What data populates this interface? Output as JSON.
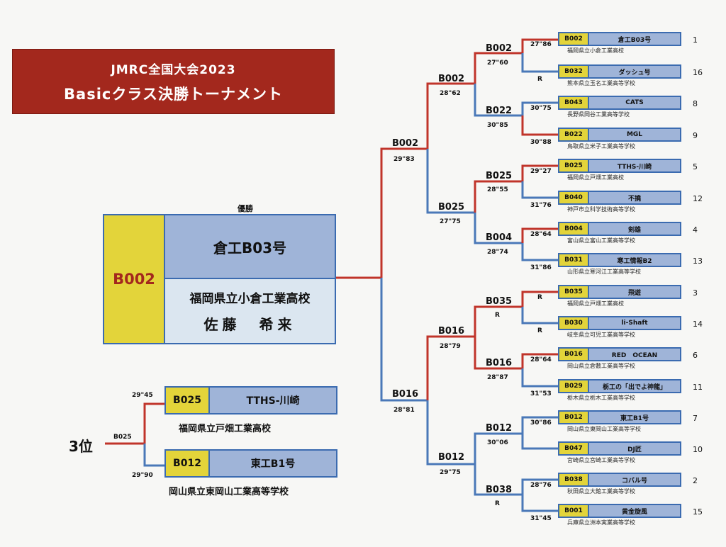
{
  "banner": {
    "line1": "JMRC全国大会2023",
    "line2": "Basicクラス決勝トーナメント"
  },
  "champion": {
    "title": "優勝",
    "code": "B002",
    "name": "倉工B03号",
    "school": "福岡県立小倉工業高校",
    "person": "佐藤　希来"
  },
  "third_place": {
    "label": "3位",
    "winner": "B025",
    "teams": [
      {
        "code": "B025",
        "name": "TTHS-川崎",
        "school": "福岡県立戸畑工業高校",
        "time": "29\"45"
      },
      {
        "code": "B012",
        "name": "東工B1号",
        "school": "岡山県立東岡山工業高等学校",
        "time": "29\"90"
      }
    ]
  },
  "final": {
    "top": {
      "code": "B002",
      "time": "29\"83"
    },
    "bottom": {
      "code": "B016",
      "time": "28\"81"
    }
  },
  "semis": [
    {
      "code": "B002",
      "time": "28\"62"
    },
    {
      "code": "B025",
      "time": "27\"75"
    },
    {
      "code": "B016",
      "time": "28\"79"
    },
    {
      "code": "B012",
      "time": "29\"75"
    }
  ],
  "quarters": [
    {
      "code": "B002",
      "time": "27\"60"
    },
    {
      "code": "B022",
      "time": "30\"85"
    },
    {
      "code": "B025",
      "time": "28\"55"
    },
    {
      "code": "B004",
      "time": "28\"74"
    },
    {
      "code": "B035",
      "time": "R"
    },
    {
      "code": "B016",
      "time": "28\"87"
    },
    {
      "code": "B012",
      "time": "30\"06"
    },
    {
      "code": "B038",
      "time": "R"
    }
  ],
  "teams": [
    {
      "code": "B002",
      "name": "倉工B03号",
      "school": "福岡県立小倉工業高校",
      "seed": "1",
      "time": "27\"86"
    },
    {
      "code": "B032",
      "name": "ダッシュ号",
      "school": "熊本県立玉名工業高等学校",
      "seed": "16",
      "time": "R"
    },
    {
      "code": "B043",
      "name": "CATS",
      "school": "長野県岡谷工業高等学校",
      "seed": "8",
      "time": "30\"75"
    },
    {
      "code": "B022",
      "name": "MGL",
      "school": "鳥取県立米子工業高等学校",
      "seed": "9",
      "time": "30\"88"
    },
    {
      "code": "B025",
      "name": "TTHS-川崎",
      "school": "福岡県立戸畑工業高校",
      "seed": "5",
      "time": "29\"27"
    },
    {
      "code": "B040",
      "name": "不撓",
      "school": "神戸市立科学技術高等学校",
      "seed": "12",
      "time": "31\"76"
    },
    {
      "code": "B004",
      "name": "剣雄",
      "school": "富山県立富山工業高等学校",
      "seed": "4",
      "time": "28\"64"
    },
    {
      "code": "B031",
      "name": "寒工情報B2",
      "school": "山形県立寒河江工業高等学校",
      "seed": "13",
      "time": "31\"86"
    },
    {
      "code": "B035",
      "name": "飛遊",
      "school": "福岡県立戸畑工業高校",
      "seed": "3",
      "time": "R"
    },
    {
      "code": "B030",
      "name": "li-Shaft",
      "school": "岐阜県立可児工業高等学校",
      "seed": "14",
      "time": "R"
    },
    {
      "code": "B016",
      "name": "RED　OCEAN",
      "school": "岡山県立倉敷工業高等学校",
      "seed": "6",
      "time": "28\"64"
    },
    {
      "code": "B029",
      "name": "栃工の「出でよ神龍」",
      "school": "栃木県立栃木工業高等学校",
      "seed": "11",
      "time": "31\"53"
    },
    {
      "code": "B012",
      "name": "東工B1号",
      "school": "岡山県立東岡山工業高等学校",
      "seed": "7",
      "time": "30\"86"
    },
    {
      "code": "B047",
      "name": "DJ匠",
      "school": "宮崎県立宮崎工業高等学校",
      "seed": "10",
      "time": ""
    },
    {
      "code": "B038",
      "name": "コバル号",
      "school": "秋田県立大館工業高等学校",
      "seed": "2",
      "time": "28\"76"
    },
    {
      "code": "B001",
      "name": "黄金旋風",
      "school": "兵庫県立洲本実業高等学校",
      "seed": "15",
      "time": "31\"45"
    }
  ]
}
